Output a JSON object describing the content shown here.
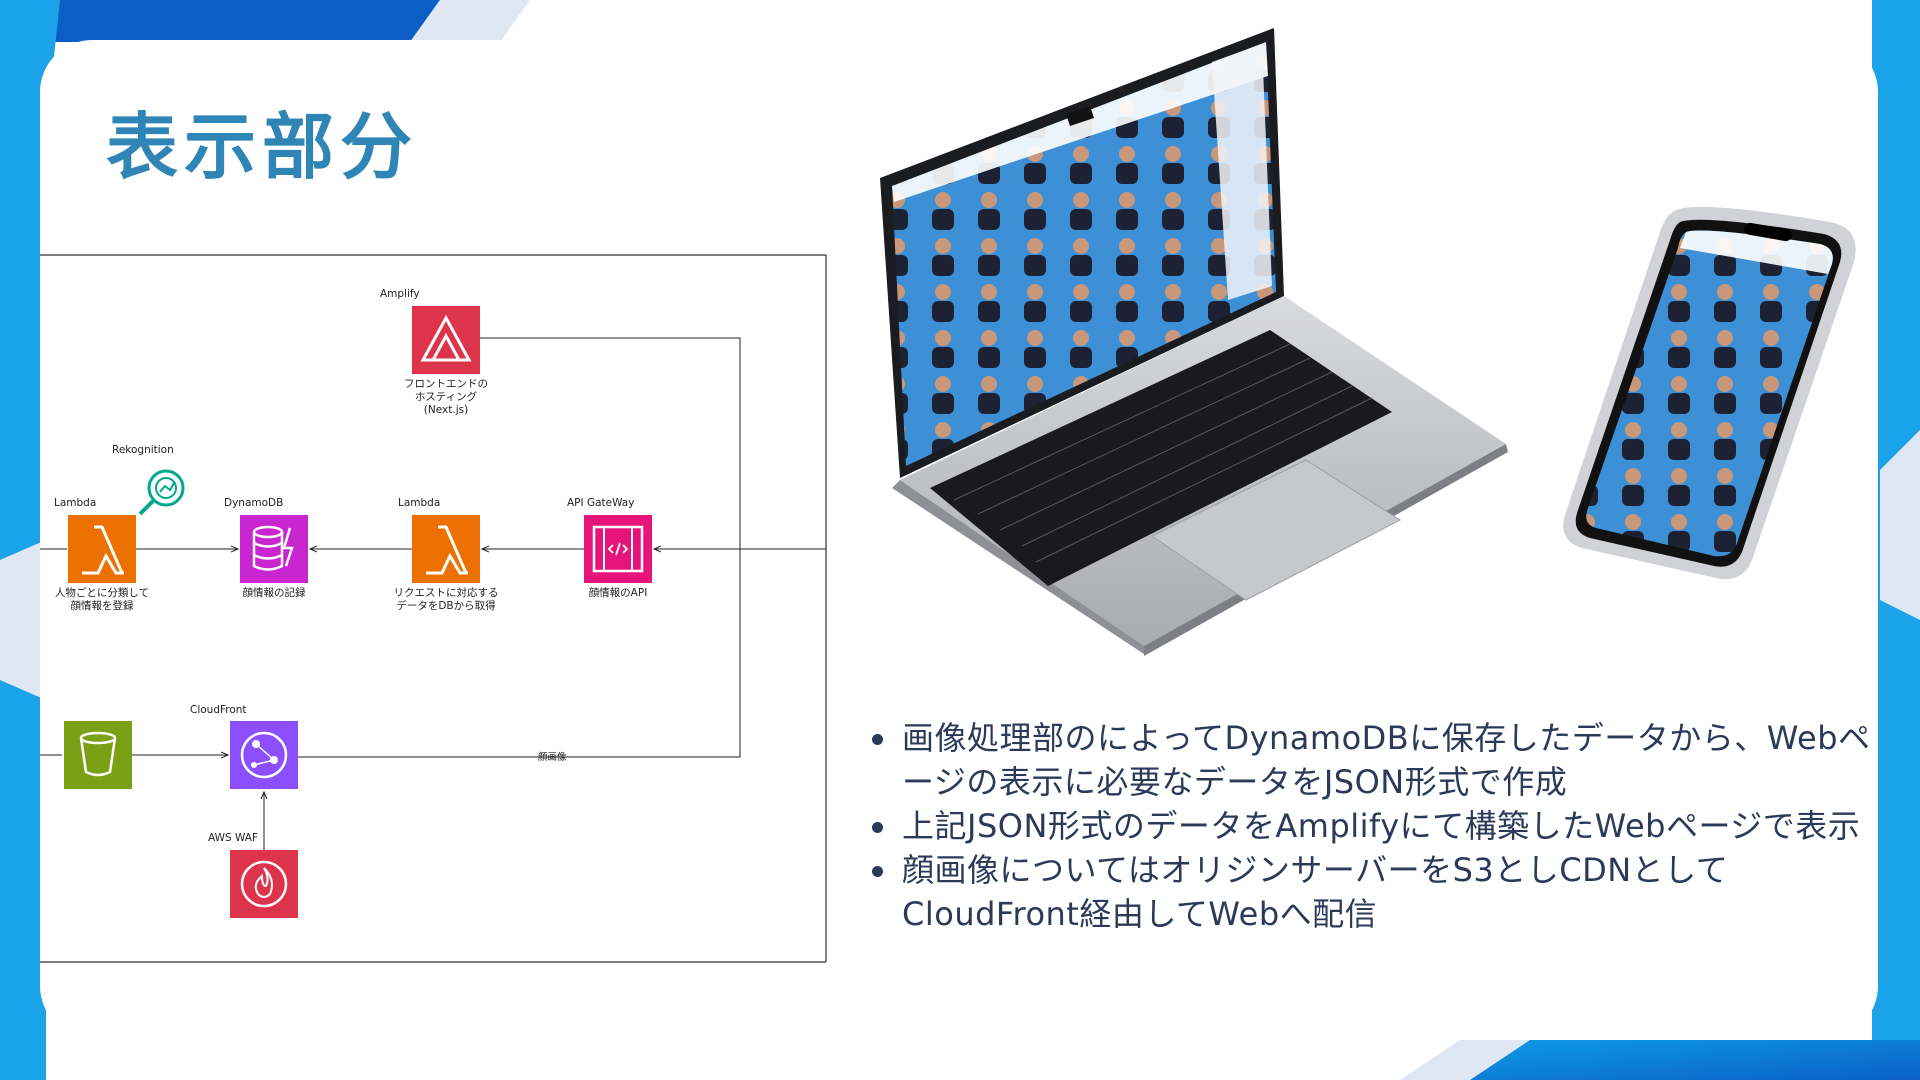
{
  "slide": {
    "title": "表示部分"
  },
  "diagram": {
    "nodes": {
      "amplify": {
        "service": "Amplify",
        "caption_lines": [
          "フロントエンドの",
          "ホスティング",
          "(Next.js)"
        ],
        "color": "#dd344c"
      },
      "rekognition": {
        "service": "Rekognition",
        "color": "#01a88d"
      },
      "lambda1": {
        "service": "Lambda",
        "caption_lines": [
          "人物ごとに分類して",
          "顔情報を登録"
        ],
        "color": "#ed7100"
      },
      "dynamodb": {
        "service": "DynamoDB",
        "caption_lines": [
          "顔情報の記録"
        ],
        "color": "#c925d1"
      },
      "lambda2": {
        "service": "Lambda",
        "caption_lines": [
          "リクエストに対応する",
          "データをDBから取得"
        ],
        "color": "#ed7100"
      },
      "apigw": {
        "service": "API GateWay",
        "caption_lines": [
          "顔情報のAPI"
        ],
        "color": "#e7157b"
      },
      "s3": {
        "color": "#7aa116"
      },
      "cloudfront": {
        "service": "CloudFront",
        "color": "#8c4fff"
      },
      "waf": {
        "service": "AWS WAF",
        "color": "#dd344c"
      }
    },
    "edge_labels": {
      "face_image": "顔画像"
    }
  },
  "bullets": [
    {
      "text": "画像処理部のによってDynamoDBに保存したデータから、Webページの表示に必要なデータをJSON形式で作成"
    },
    {
      "text": "上記JSON形式のデータをAmplifyにて構築したWebページで表示"
    },
    {
      "text": "顔画像についてはオリジンサーバーをS3としCDNとしてCloudFront経由してWebへ配信"
    }
  ],
  "colors": {
    "title": "#2f86b6",
    "bullet_text": "#2b3a59",
    "accent_blue": "#1aa3e8",
    "dark_blue": "#0a5fc2"
  }
}
